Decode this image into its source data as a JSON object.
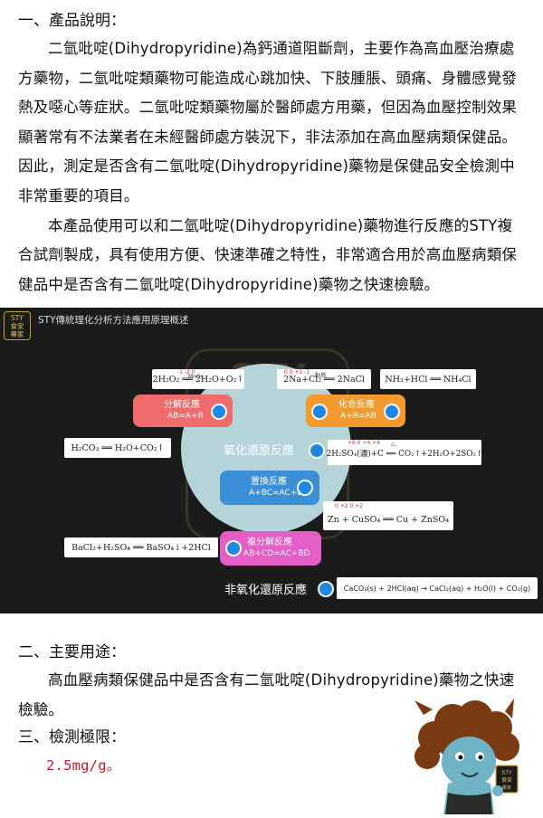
{
  "section1": {
    "heading": "一、產品說明：",
    "para1": "二氫吡啶(Dihydropyridine)為鈣通道阻斷劑，主要作為高血壓治療處方藥物，二氫吡啶類藥物可能造成心跳加快、下肢腫脹、頭痛、身體感覺發熱及噁心等症狀。二氫吡啶類藥物屬於醫師處方用藥，但因為血壓控制效果顯著常有不法業者在未經醫師處方裝況下，非法添加在高血壓病類保健品。因此，測定是否含有二氫吡啶(Dihydropyridine)藥物是保健品安全檢測中非常重要的項目。",
    "para2": "本產品使用可以和二氫吡啶(Dihydropyridine)藥物進行反應的STY複合試劑製成，具有使用方便、快速準確之特性，非常適合用於高血壓病類保健品中是否含有二氫吡啶(Dihydropyridine)藥物之快速檢驗。"
  },
  "diagram": {
    "logo_top": "STY",
    "logo_line1": "食安",
    "logo_line2": "專家",
    "watermark_line1": "STY",
    "watermark_line2": "食安",
    "title": "STY傳統理化分析方法應用原理概述",
    "eq_decomp": "2H₂O₂ ══ 2H₂O+O₂↑",
    "eq_decomp_catalyst": "MnO₂",
    "eq_combo_a": "2Na+Cl₂ ══ 2NaCl",
    "eq_combo_a_cond": "點燃",
    "eq_combo_b": "NH₃+HCl ══ NH₄Cl",
    "decomp_label": "分解反應",
    "decomp_formula": "AB=A+B",
    "combo_label": "化合反應",
    "combo_formula": "A+B=AB",
    "eq_carbonic": "H₂CO₃ ══ H₂O+CO₂↑",
    "redox_label": "氧化還原反應",
    "eq_redox": "2H₂SO₄(濃)+C ══ CO₂↑+2H₂O+2SO₂↑",
    "eq_redox_cond": "△",
    "displace_label": "置換反應",
    "displace_formula": "A+BC=AC+B",
    "eq_displace": "Zn + CuSO₄ ══ Cu + ZnSO₄",
    "eq_double": "BaCl₂+H₂SO₄ ══ BaSO₄↓+2HCl",
    "double_label": "複分解反應",
    "double_formula": "AB+CD=AC+BD",
    "nonredox_label": "非氧化還原反應",
    "eq_nonredox": "CaCO₃(s) + 2HCl(aq) → CaCl₂(aq) + H₂O(l) + CO₂(g)",
    "ox_decomp": "-1    -2  0",
    "ox_combo": "0   0         +1 -1",
    "ox_redox": "+6         0       +4           +4",
    "ox_displace": "0    +2              0    +2"
  },
  "section2": {
    "heading": "二、主要用途：",
    "para": "高血壓病類保健品中是否含有二氫吡啶(Dihydropyridine)藥物之快速檢驗。"
  },
  "section3": {
    "heading": "三、檢測極限：",
    "value": "2.5mg/g。"
  },
  "mascot": {
    "badge_top": "STY",
    "badge_line1": "食安",
    "badge_line2": "專家"
  },
  "colors": {
    "accent_red": "#d4142a",
    "panel_bg": "#1b1b1b",
    "circle": "#b4d4da",
    "decomp_pill": "#f06b6b",
    "combo_pill": "#f29a2e",
    "displace_pill": "#3b8fd6",
    "double_pill": "#e35ec7",
    "dot_blue": "#1e88e5"
  }
}
